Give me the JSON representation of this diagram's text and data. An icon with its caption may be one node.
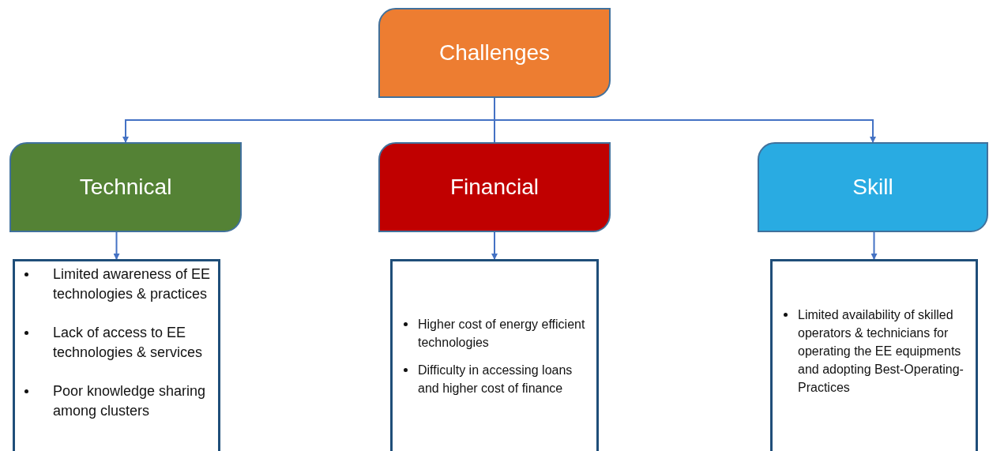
{
  "diagram": {
    "nodes": [
      {
        "text": [
          "Challenges"
        ]
      },
      {
        "text": [
          "Technical"
        ]
      },
      {
        "text": [
          "Financial"
        ]
      },
      {
        "text": [
          "Skill"
        ]
      },
      {
        "text": [
          "Limited awareness of EE technologies & practices",
          "Lack of access to EE technologies & services",
          "Poor knowledge sharing among clusters"
        ]
      },
      {
        "text": [
          "Higher cost of energy efficient technologies",
          "Difficulty in accessing loans and higher cost of finance"
        ]
      },
      {
        "text": [
          "Limited availability of skilled operators & technicians for operating the EE equipments and adopting Best-Operating-Practices"
        ]
      }
    ],
    "edges": [
      {
        "from": 0,
        "to": 1,
        "arrow": "to"
      },
      {
        "from": 0,
        "to": 2,
        "arrow": "none"
      },
      {
        "from": 0,
        "to": 3,
        "arrow": "to"
      },
      {
        "from": 1,
        "to": 4,
        "arrow": "to"
      },
      {
        "from": 2,
        "to": 5,
        "arrow": "to"
      },
      {
        "from": 3,
        "to": 6,
        "arrow": "to"
      }
    ]
  }
}
